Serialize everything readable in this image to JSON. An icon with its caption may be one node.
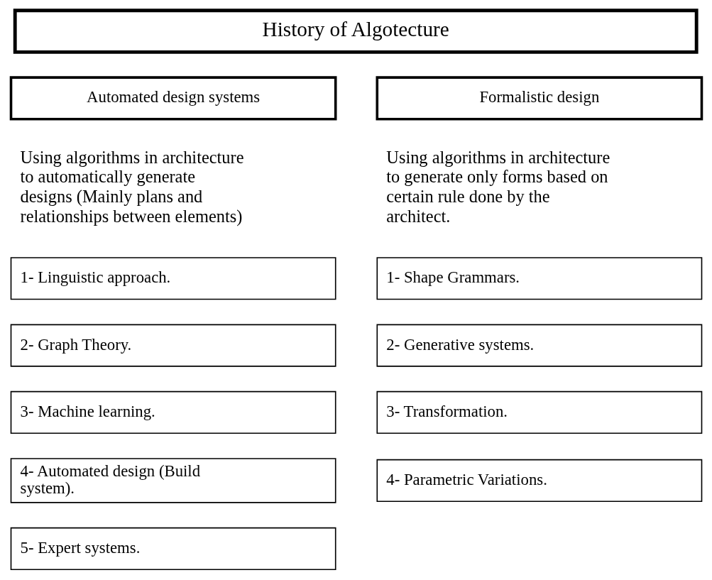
{
  "diagram": {
    "nodes": [
      {
        "text": [
          "History of Algotecture"
        ]
      },
      {
        "text": [
          "Automated design systems"
        ]
      },
      {
        "text": [
          "Formalistic design"
        ]
      },
      {
        "text": [
          "1- Linguistic approach."
        ]
      },
      {
        "text": [
          "2- Graph Theory."
        ]
      },
      {
        "text": [
          "3- Machine learning."
        ]
      },
      {
        "text": [
          "4- Automated design (Build system)."
        ]
      },
      {
        "text": [
          "5- Expert systems."
        ]
      },
      {
        "text": [
          "1- Shape Grammars."
        ]
      },
      {
        "text": [
          "2- Generative systems."
        ]
      },
      {
        "text": [
          "3- Transformation."
        ]
      },
      {
        "text": [
          "4- Parametric Variations."
        ]
      }
    ],
    "edges": [],
    "labels": [
      "Using algorithms in architecture to automatically generate designs (Mainly plans and relationships between elements)",
      "Using algorithms in architecture to generate only forms based on certain rule done by the architect."
    ]
  }
}
